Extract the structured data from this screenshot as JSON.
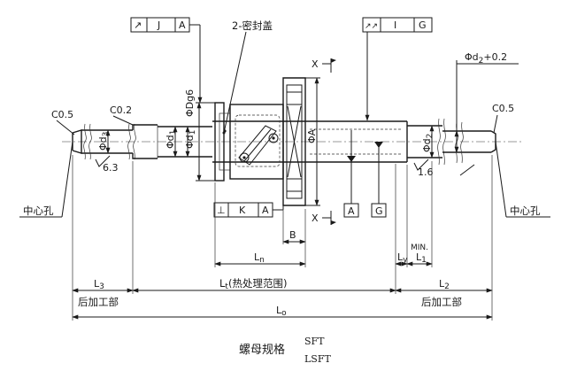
{
  "gdt": {
    "runout_j": {
      "symbol": "↗",
      "datum1": "J",
      "datum2": "A"
    },
    "runout_ig": {
      "symbol": "↗↗",
      "datum1": "I",
      "datum2": "G"
    },
    "perp_k": {
      "symbol": "⊥",
      "datum1": "K",
      "datum2": "A"
    }
  },
  "datums": {
    "a": "A",
    "g": "G"
  },
  "labels": {
    "seal": "2-密封盖",
    "chamfer_left": "C0.5",
    "chamfer_right": "C0.5",
    "chamfer_mid": "C0.2",
    "phi_dg6": "ΦDg6",
    "phi_d1": "Φd",
    "phi_d1_sub": "1",
    "phi_d1b": "Φd",
    "phi_d1b_sub": "1",
    "phi_d3": "Φd",
    "phi_d3_sub": "3",
    "phi_d2_right": "Φd",
    "phi_d2_right_sub": "2",
    "phi_a": "ΦA",
    "phi_d2_tol": "Φd",
    "phi_d2_tol_sub": "2",
    "phi_d2_tol_suffix": "+0.2",
    "dim_63": "6.3",
    "dim_16": "1.6",
    "section_x_top": "X",
    "section_x_bottom": "X",
    "center_hole_left": "中心孔",
    "center_hole_right": "中心孔",
    "min": "MIN.",
    "dim_L1": "L",
    "dim_L1_sub": "1",
    "dim_Ly": "L",
    "dim_Ly_sub": "y",
    "dim_Ln": "L",
    "dim_Ln_sub": "n",
    "dim_B": "B",
    "dim_L3": "L",
    "dim_L3_sub": "3",
    "dim_Lt": "L",
    "dim_Lt_sub": "t",
    "dim_Lt_note": "(热处理范围)",
    "dim_L2": "L",
    "dim_L2_sub": "2",
    "dim_Lo": "L",
    "dim_Lo_sub": "o",
    "post_left": "后加工部",
    "post_right": "后加工部"
  },
  "spec": {
    "title": "螺母规格",
    "option1": "SFT",
    "option2": "LSFT"
  }
}
